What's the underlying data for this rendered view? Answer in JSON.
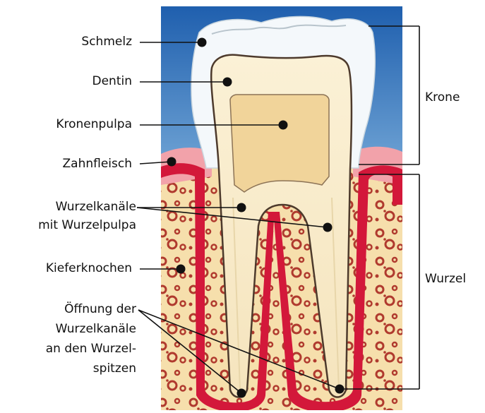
{
  "labels": {
    "schmelz": "Schmelz",
    "dentin": "Dentin",
    "kronenpulpa": "Kronenpulpa",
    "zahnfleisch": "Zahnfleisch",
    "wurzelkanaele_1": "Wurzelkanäle",
    "wurzelkanaele_2": "mit Wurzelpulpa",
    "kieferknochen": "Kieferknochen",
    "oeffnung_1": "Öffnung der",
    "oeffnung_2": "Wurzelkanäle",
    "oeffnung_3": "an den Wurzel-",
    "oeffnung_4": "spitzen",
    "krone": "Krone",
    "wurzel": "Wurzel"
  },
  "colors": {
    "sky_top": "#1f5fae",
    "sky_bottom": "#cfe6f4",
    "enamel": "#f4f8fb",
    "dentin": "#f8ecca",
    "pulpa": "#f1d49a",
    "gum_pink": "#f2a2aa",
    "gum_red": "#d3183a",
    "bone": "#f6dfac",
    "bone_pattern": "#b03a2e",
    "outline": "#4d3a2c"
  }
}
